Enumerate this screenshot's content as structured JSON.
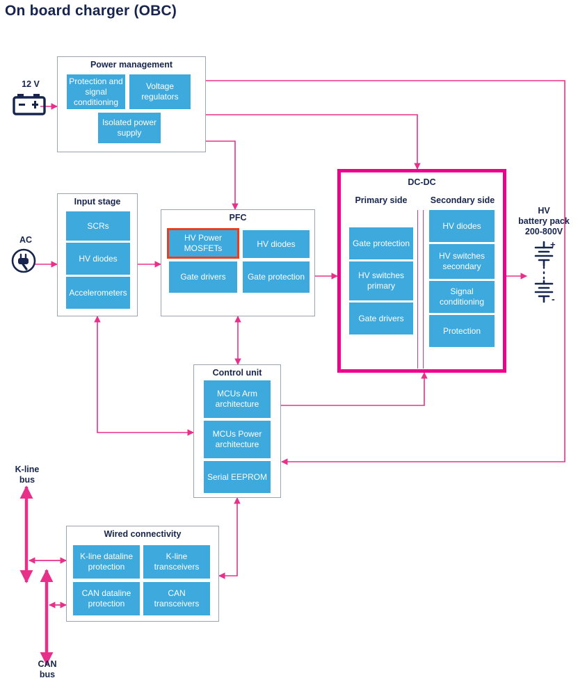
{
  "title": "On board charger (OBC)",
  "colors": {
    "block_blue": "#3da9dd",
    "wire_pink": "#e8308a",
    "highlight_magenta": "#ec008c",
    "highlight_red": "#f03c19",
    "text_navy": "#16244e",
    "group_border": "#9aa3b0"
  },
  "groups": {
    "power_management": {
      "title": "Power management",
      "blocks": [
        {
          "label": "Protection and signal conditioning"
        },
        {
          "label": "Voltage regulators"
        },
        {
          "label": "Isolated power supply"
        }
      ]
    },
    "input_stage": {
      "title": "Input stage",
      "blocks": [
        {
          "label": "SCRs"
        },
        {
          "label": "HV diodes"
        },
        {
          "label": "Accelerometers"
        }
      ]
    },
    "pfc": {
      "title": "PFC",
      "blocks": [
        {
          "label": "HV Power MOSFETs",
          "highlighted": true
        },
        {
          "label": "HV diodes"
        },
        {
          "label": "Gate drivers"
        },
        {
          "label": "Gate protection"
        }
      ]
    },
    "dcdc": {
      "title": "DC-DC",
      "highlighted": true,
      "primary_side": {
        "title": "Primary side",
        "blocks": [
          {
            "label": "Gate protection"
          },
          {
            "label": "HV switches primary"
          },
          {
            "label": "Gate drivers"
          }
        ]
      },
      "secondary_side": {
        "title": "Secondary side",
        "blocks": [
          {
            "label": "HV diodes"
          },
          {
            "label": "HV switches secondary"
          },
          {
            "label": "Signal conditioning"
          },
          {
            "label": "Protection"
          }
        ]
      }
    },
    "control_unit": {
      "title": "Control unit",
      "blocks": [
        {
          "label": "MCUs Arm architecture"
        },
        {
          "label": "MCUs Power architecture"
        },
        {
          "label": "Serial EEPROM"
        }
      ]
    },
    "wired_connectivity": {
      "title": "Wired connectivity",
      "blocks": [
        {
          "label": "K-line dataline protection"
        },
        {
          "label": "K-line transceivers"
        },
        {
          "label": "CAN dataline protection"
        },
        {
          "label": "CAN transceivers"
        }
      ]
    }
  },
  "terminals": {
    "low_voltage": {
      "label": "12 V",
      "icon": "car-battery-icon"
    },
    "ac_input": {
      "label": "AC",
      "icon": "ac-plug-icon"
    },
    "hv_battery": {
      "label_line1": "HV",
      "label_line2": "battery pack",
      "label_line3": "200-800V",
      "icon": "hv-battery-cells-icon",
      "plus": "+",
      "minus": "-"
    },
    "kline_bus": {
      "label_line1": "K-line",
      "label_line2": "bus"
    },
    "can_bus": {
      "label_line1": "CAN",
      "label_line2": "bus"
    }
  }
}
